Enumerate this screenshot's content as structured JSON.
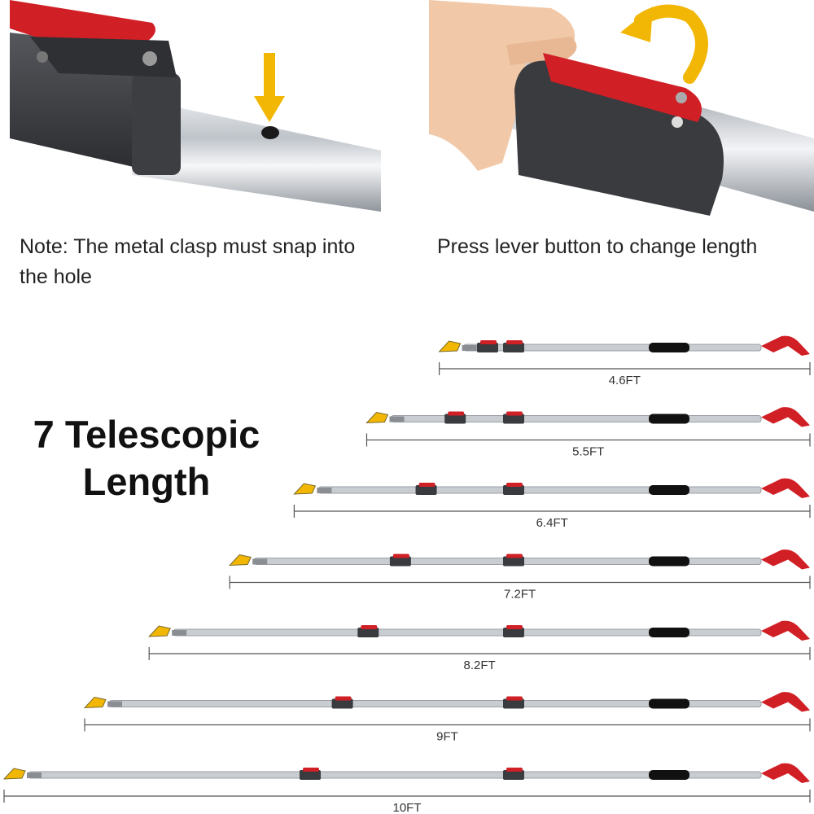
{
  "captions": {
    "left_note": "Note: The metal clasp must snap into the hole",
    "right_note": "Press lever button to change length"
  },
  "headline": {
    "line1": "7 Telescopic",
    "line2": "Length"
  },
  "lengths": [
    {
      "label": "4.6FT",
      "feet": 4.6
    },
    {
      "label": "5.5FT",
      "feet": 5.5
    },
    {
      "label": "6.4FT",
      "feet": 6.4
    },
    {
      "label": "7.2FT",
      "feet": 7.2
    },
    {
      "label": "8.2FT",
      "feet": 8.2
    },
    {
      "label": "9FT",
      "feet": 9
    },
    {
      "label": "10FT",
      "feet": 10
    }
  ],
  "colors": {
    "lever_red": "#d11f26",
    "clamp_gray": "#3a3b3f",
    "tube_silver": "#c9cdd2",
    "indicator_yellow": "#f2b705",
    "grip_black": "#111111"
  }
}
